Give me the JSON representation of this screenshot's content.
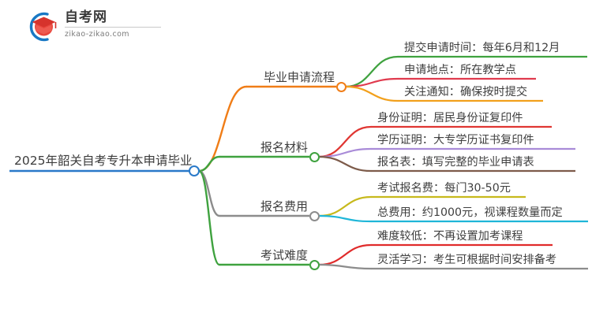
{
  "logo": {
    "title": "自考网",
    "subtitle": "zikao-zikao.com",
    "mark_icon": "graduation-cap-logo-icon",
    "arc_color": "#1878c4",
    "cap_color": "#d93a36"
  },
  "mindmap": {
    "root": {
      "label": "2025年韶关自考专升本申请毕业",
      "color": "#2979c9"
    },
    "branches": [
      {
        "label": "毕业申请流程",
        "color": "#f07d17",
        "children": [
          {
            "label": "提交申请时间：每年6月和12月",
            "color": "#3fa23f"
          },
          {
            "label": "申请地点：所在教学点",
            "color": "#e03a4e"
          },
          {
            "label": "关注通知：确保按时提交",
            "color": "#f2a01c"
          }
        ]
      },
      {
        "label": "报名材料",
        "color": "#3fa23f",
        "children": [
          {
            "label": "身份证明：居民身份证复印件",
            "color": "#e03632"
          },
          {
            "label": "学历证明：大专学历证书复印件",
            "color": "#a98bd8"
          },
          {
            "label": "报名表：填写完整的毕业申请表",
            "color": "#7d5b4a"
          }
        ]
      },
      {
        "label": "报名费用",
        "color": "#8c8c8c",
        "children": [
          {
            "label": "考试报名费：每门30-50元",
            "color": "#c7b91c"
          },
          {
            "label": "总费用：约1000元，视课程数量而定",
            "color": "#1fb6d8"
          }
        ]
      },
      {
        "label": "考试难度",
        "color": "#3fa23f",
        "children": [
          {
            "label": "难度较低：不再设置加考课程",
            "color": "#e02b2b"
          },
          {
            "label": "灵活学习：考生可根据时间安排备考",
            "color": "#8c8c8c"
          }
        ]
      }
    ]
  }
}
